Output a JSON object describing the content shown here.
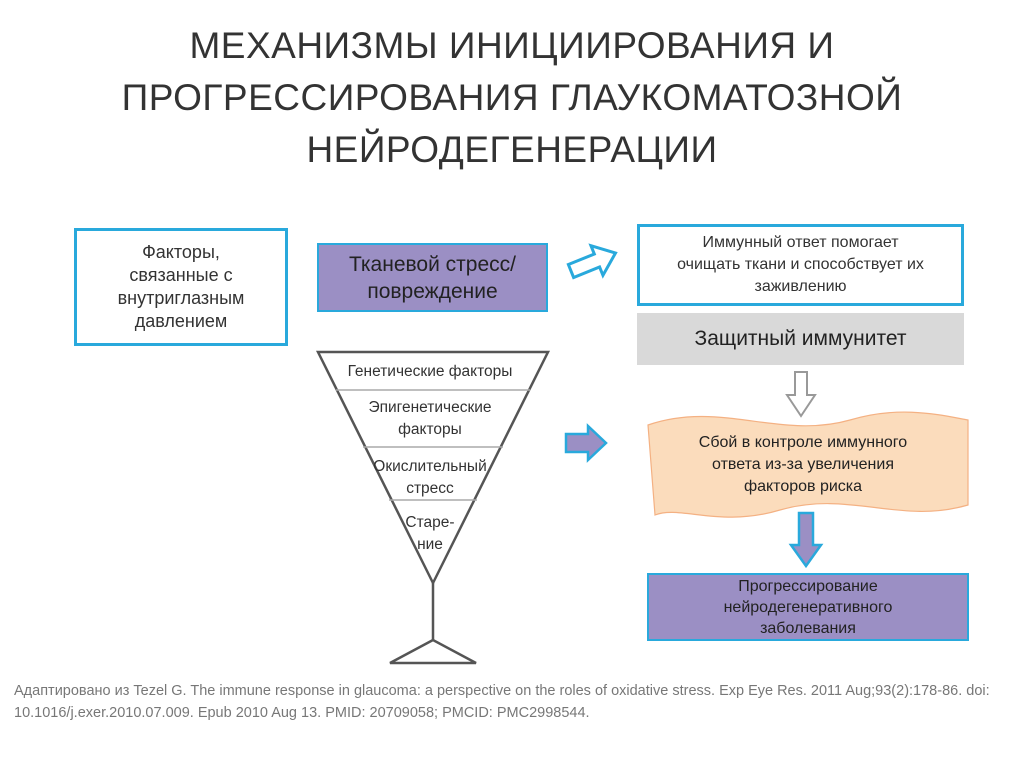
{
  "title": {
    "line1": "МЕХАНИЗМЫ ИНИЦИИРОВАНИЯ И",
    "line2": "ПРОГРЕССИРОВАНИЯ ГЛАУКОМАТОЗНОЙ",
    "line3": "НЕЙРОДЕГЕНЕРАЦИИ"
  },
  "boxes": {
    "iop_factors": [
      "Факторы,",
      "связанные с",
      "внутриглазным",
      "давлением"
    ],
    "tissue_stress": [
      "Тканевой стресс/",
      "повреждение"
    ],
    "immune_response": [
      "Иммунный ответ помогает",
      "очищать ткани и способствует их",
      "заживлению"
    ],
    "protective_immunity": "Защитный иммунитет",
    "control_failure": [
      "Сбой в контроле иммунного",
      "ответа из-за увеличения",
      "факторов риска"
    ],
    "progression": [
      "Прогрессирование",
      "нейродегенеративного",
      "заболевания"
    ]
  },
  "funnel": {
    "genetic": "Генетические факторы",
    "epigenetic": [
      "Эпигенетические",
      "факторы"
    ],
    "oxidative": [
      "Окислительный",
      "стресс"
    ],
    "aging": [
      "Старе-",
      "ние"
    ]
  },
  "citation": "Адаптировано из Tezel G. The immune response in glaucoma: a perspective on the roles of oxidative stress. Exp Eye Res. 2011 Aug;93(2):178-86. doi: 10.1016/j.exer.2010.07.009. Epub 2010 Aug 13. PMID: 20709058; PMCID: PMC2998544.",
  "colors": {
    "accent_blue": "#29a9dc",
    "purple_fill": "#9b8fc4",
    "gray_fill": "#d9d9d9",
    "peach_fill": "#fbdcbc"
  }
}
